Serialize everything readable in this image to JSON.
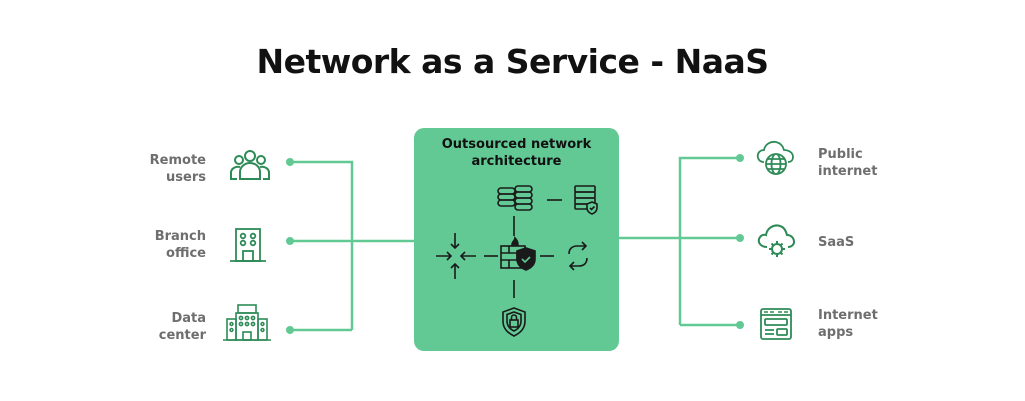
{
  "title": "Network as a Service - NaaS",
  "colors": {
    "accent": "#62c995",
    "icon": "#2e8b57",
    "label": "#6e6e6e",
    "box": "#62c995"
  },
  "left_nodes": [
    {
      "label_line1": "Remote",
      "label_line2": "users",
      "icon": "users-icon"
    },
    {
      "label_line1": "Branch",
      "label_line2": "office",
      "icon": "building-icon"
    },
    {
      "label_line1": "Data",
      "label_line2": "center",
      "icon": "datacenter-icon"
    }
  ],
  "center": {
    "title_line1": "Outsourced network",
    "title_line2": "architecture",
    "icons": [
      "database-icon",
      "secure-server-icon",
      "converge-arrows-icon",
      "firewall-shield-icon",
      "sync-icon",
      "lock-shield-icon"
    ]
  },
  "right_nodes": [
    {
      "label_line1": "Public",
      "label_line2": "internet",
      "icon": "cloud-globe-icon"
    },
    {
      "label_line1": "SaaS",
      "label_line2": "",
      "icon": "cloud-gear-icon"
    },
    {
      "label_line1": "Internet",
      "label_line2": "apps",
      "icon": "browser-app-icon"
    }
  ]
}
